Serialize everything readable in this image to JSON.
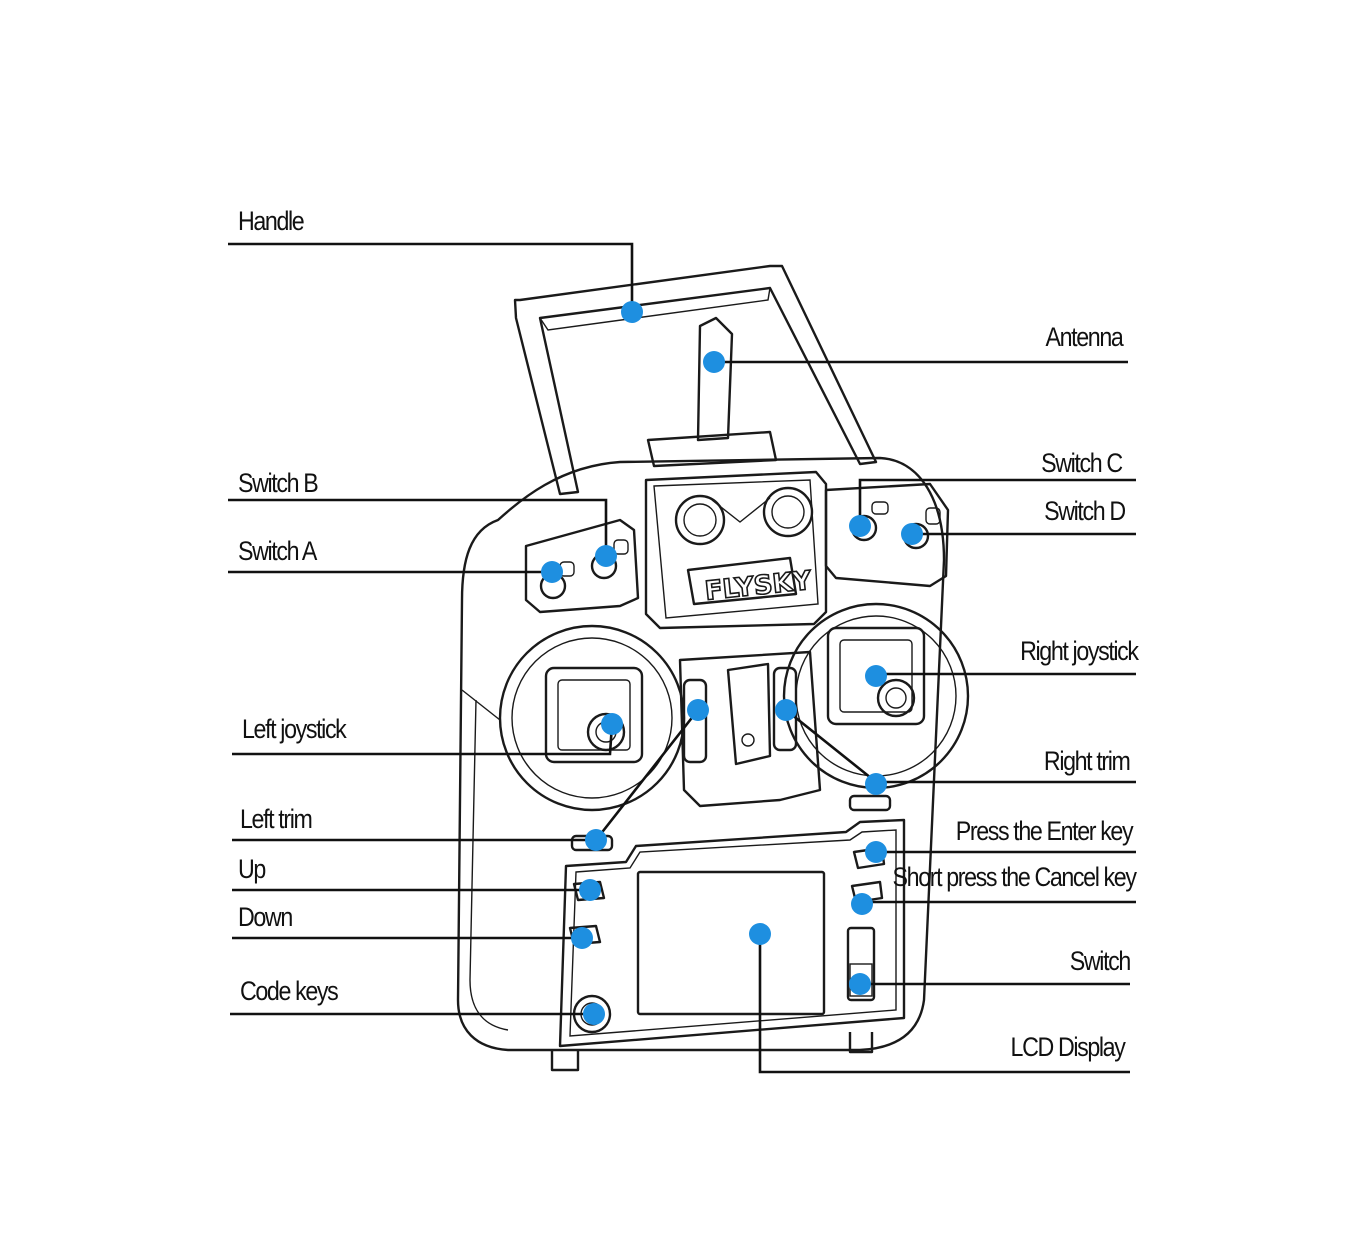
{
  "brand": "FLYSKY",
  "colors": {
    "marker": "#1e8fe0",
    "line": "#111111",
    "background": "#ffffff"
  },
  "labels": {
    "handle": "Handle",
    "antenna": "Antenna",
    "switch_b": "Switch B",
    "switch_a": "Switch A",
    "switch_c": "Switch C",
    "switch_d": "Switch D",
    "right_joystick": "Right joystick",
    "left_joystick": "Left joystick",
    "right_trim": "Right trim",
    "left_trim": "Left trim",
    "press_enter": "Press the Enter key",
    "short_press_cancel": "Short press the Cancel key",
    "up": "Up",
    "down": "Down",
    "switch": "Switch",
    "code_keys": "Code keys",
    "lcd_display": "LCD Display"
  }
}
